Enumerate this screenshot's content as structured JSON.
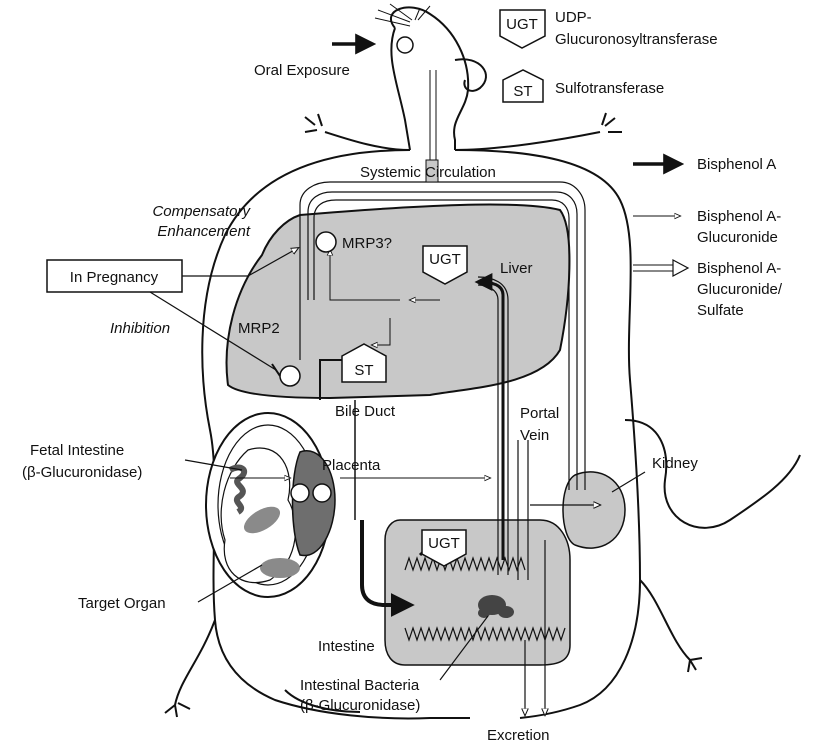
{
  "legend": {
    "ugt_box": "UGT",
    "ugt_line1": "UDP-",
    "ugt_line2": "Glucuronosyltransferase",
    "st_box": "ST",
    "st_label": "Sulfotransferase",
    "bpa": "Bisphenol A",
    "bpag_line1": "Bisphenol A-",
    "bpag_line2": "Glucuronide",
    "bpags_line1": "Bisphenol A-",
    "bpags_line2": "Glucuronide/",
    "bpags_line3": "Sulfate"
  },
  "labels": {
    "oral_exposure": "Oral Exposure",
    "systemic_circulation": "Systemic Circulation",
    "comp_line1": "Compensatory",
    "comp_line2": "Enhancement",
    "in_pregnancy": "In Pregnancy",
    "inhibition": "Inhibition",
    "mrp3": "MRP3?",
    "mrp2": "MRP2",
    "liver_ugt": "UGT",
    "liver": "Liver",
    "st": "ST",
    "bile_duct": "Bile Duct",
    "portal_line1": "Portal",
    "portal_line2": "Vein",
    "fetal_line1": "Fetal Intestine",
    "fetal_line2": "(β-Glucuronidase)",
    "placenta": "Placenta",
    "kidney": "Kidney",
    "intestine_ugt": "UGT",
    "target_organ": "Target Organ",
    "intestine": "Intestine",
    "bacteria_line1": "Intestinal Bacteria",
    "bacteria_line2": "(β-Glucuronidase)",
    "excretion": "Excretion"
  },
  "colors": {
    "organ_fill": "#c8c8c8",
    "dark_fill": "#6e6e6e",
    "stroke": "#111111",
    "background": "#ffffff"
  }
}
